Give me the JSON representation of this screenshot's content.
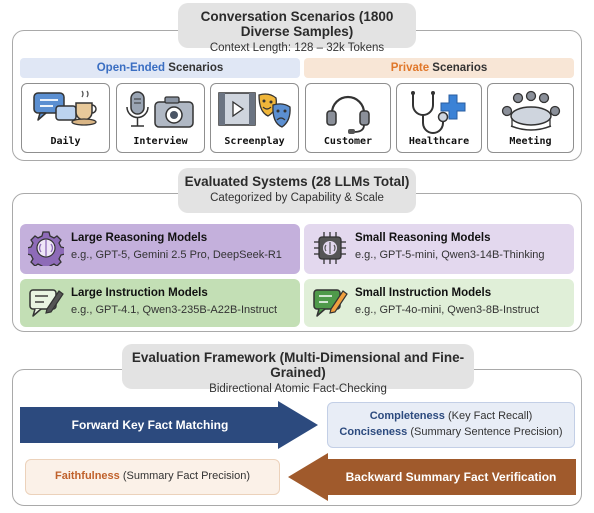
{
  "scenarios": {
    "title": "Conversation Scenarios (1800 Diverse Samples)",
    "subtitle": "Context Length: 128 – 32k Tokens",
    "open_band": {
      "accent": "Open-Ended",
      "rest": " Scenarios",
      "color": "#3a6ec2"
    },
    "private_band": {
      "accent": "Private",
      "rest": " Scenarios",
      "color": "#e0772a"
    },
    "cards": [
      {
        "label": "Daily",
        "icon": "chat-coffee-icon"
      },
      {
        "label": "Interview",
        "icon": "microphone-camera-icon"
      },
      {
        "label": "Screenplay",
        "icon": "film-masks-icon"
      },
      {
        "label": "Customer",
        "icon": "headset-icon"
      },
      {
        "label": "Healthcare",
        "icon": "stethoscope-cross-icon"
      },
      {
        "label": "Meeting",
        "icon": "meeting-table-icon"
      }
    ]
  },
  "systems": {
    "title": "Evaluated Systems (28 LLMs Total)",
    "subtitle": "Categorized by Capability & Scale",
    "groups": [
      {
        "title": "Large Reasoning Models",
        "examples": "e.g., GPT-5, Gemini 2.5 Pro, DeepSeek-R1",
        "icon": "gear-brain-icon",
        "color": "#c4b0dc"
      },
      {
        "title": "Small Reasoning Models",
        "examples": "e.g., GPT-5-mini, Qwen3-14B-Thinking",
        "icon": "chip-brain-icon",
        "color": "#e3d8ee"
      },
      {
        "title": "Large Instruction Models",
        "examples": "e.g., GPT-4.1, Qwen3-235B-A22B-Instruct",
        "icon": "chat-pencil-icon",
        "color": "#c3dfb5"
      },
      {
        "title": "Small Instruction Models",
        "examples": "e.g., GPT-4o-mini, Qwen3-8B-Instruct",
        "icon": "chat-pencil-icon",
        "color": "#e0efd8"
      }
    ]
  },
  "framework": {
    "title": "Evaluation Framework (Multi-Dimensional and Fine-Grained)",
    "subtitle": "Bidirectional Atomic Fact-Checking",
    "forward_arrow": "Forward Key Fact Matching",
    "backward_arrow": "Backward Summary Fact Verification",
    "completeness": {
      "bold": "Completeness",
      "rest": " (Key Fact Recall)"
    },
    "conciseness": {
      "bold": "Conciseness",
      "rest": " (Summary Sentence Precision)"
    },
    "faithfulness": {
      "bold": "Faithfulness",
      "rest": " (Summary Fact Precision)"
    },
    "colors": {
      "forward": "#2c4a7e",
      "backward": "#a05a2c",
      "faith_text": "#c0612b"
    }
  }
}
